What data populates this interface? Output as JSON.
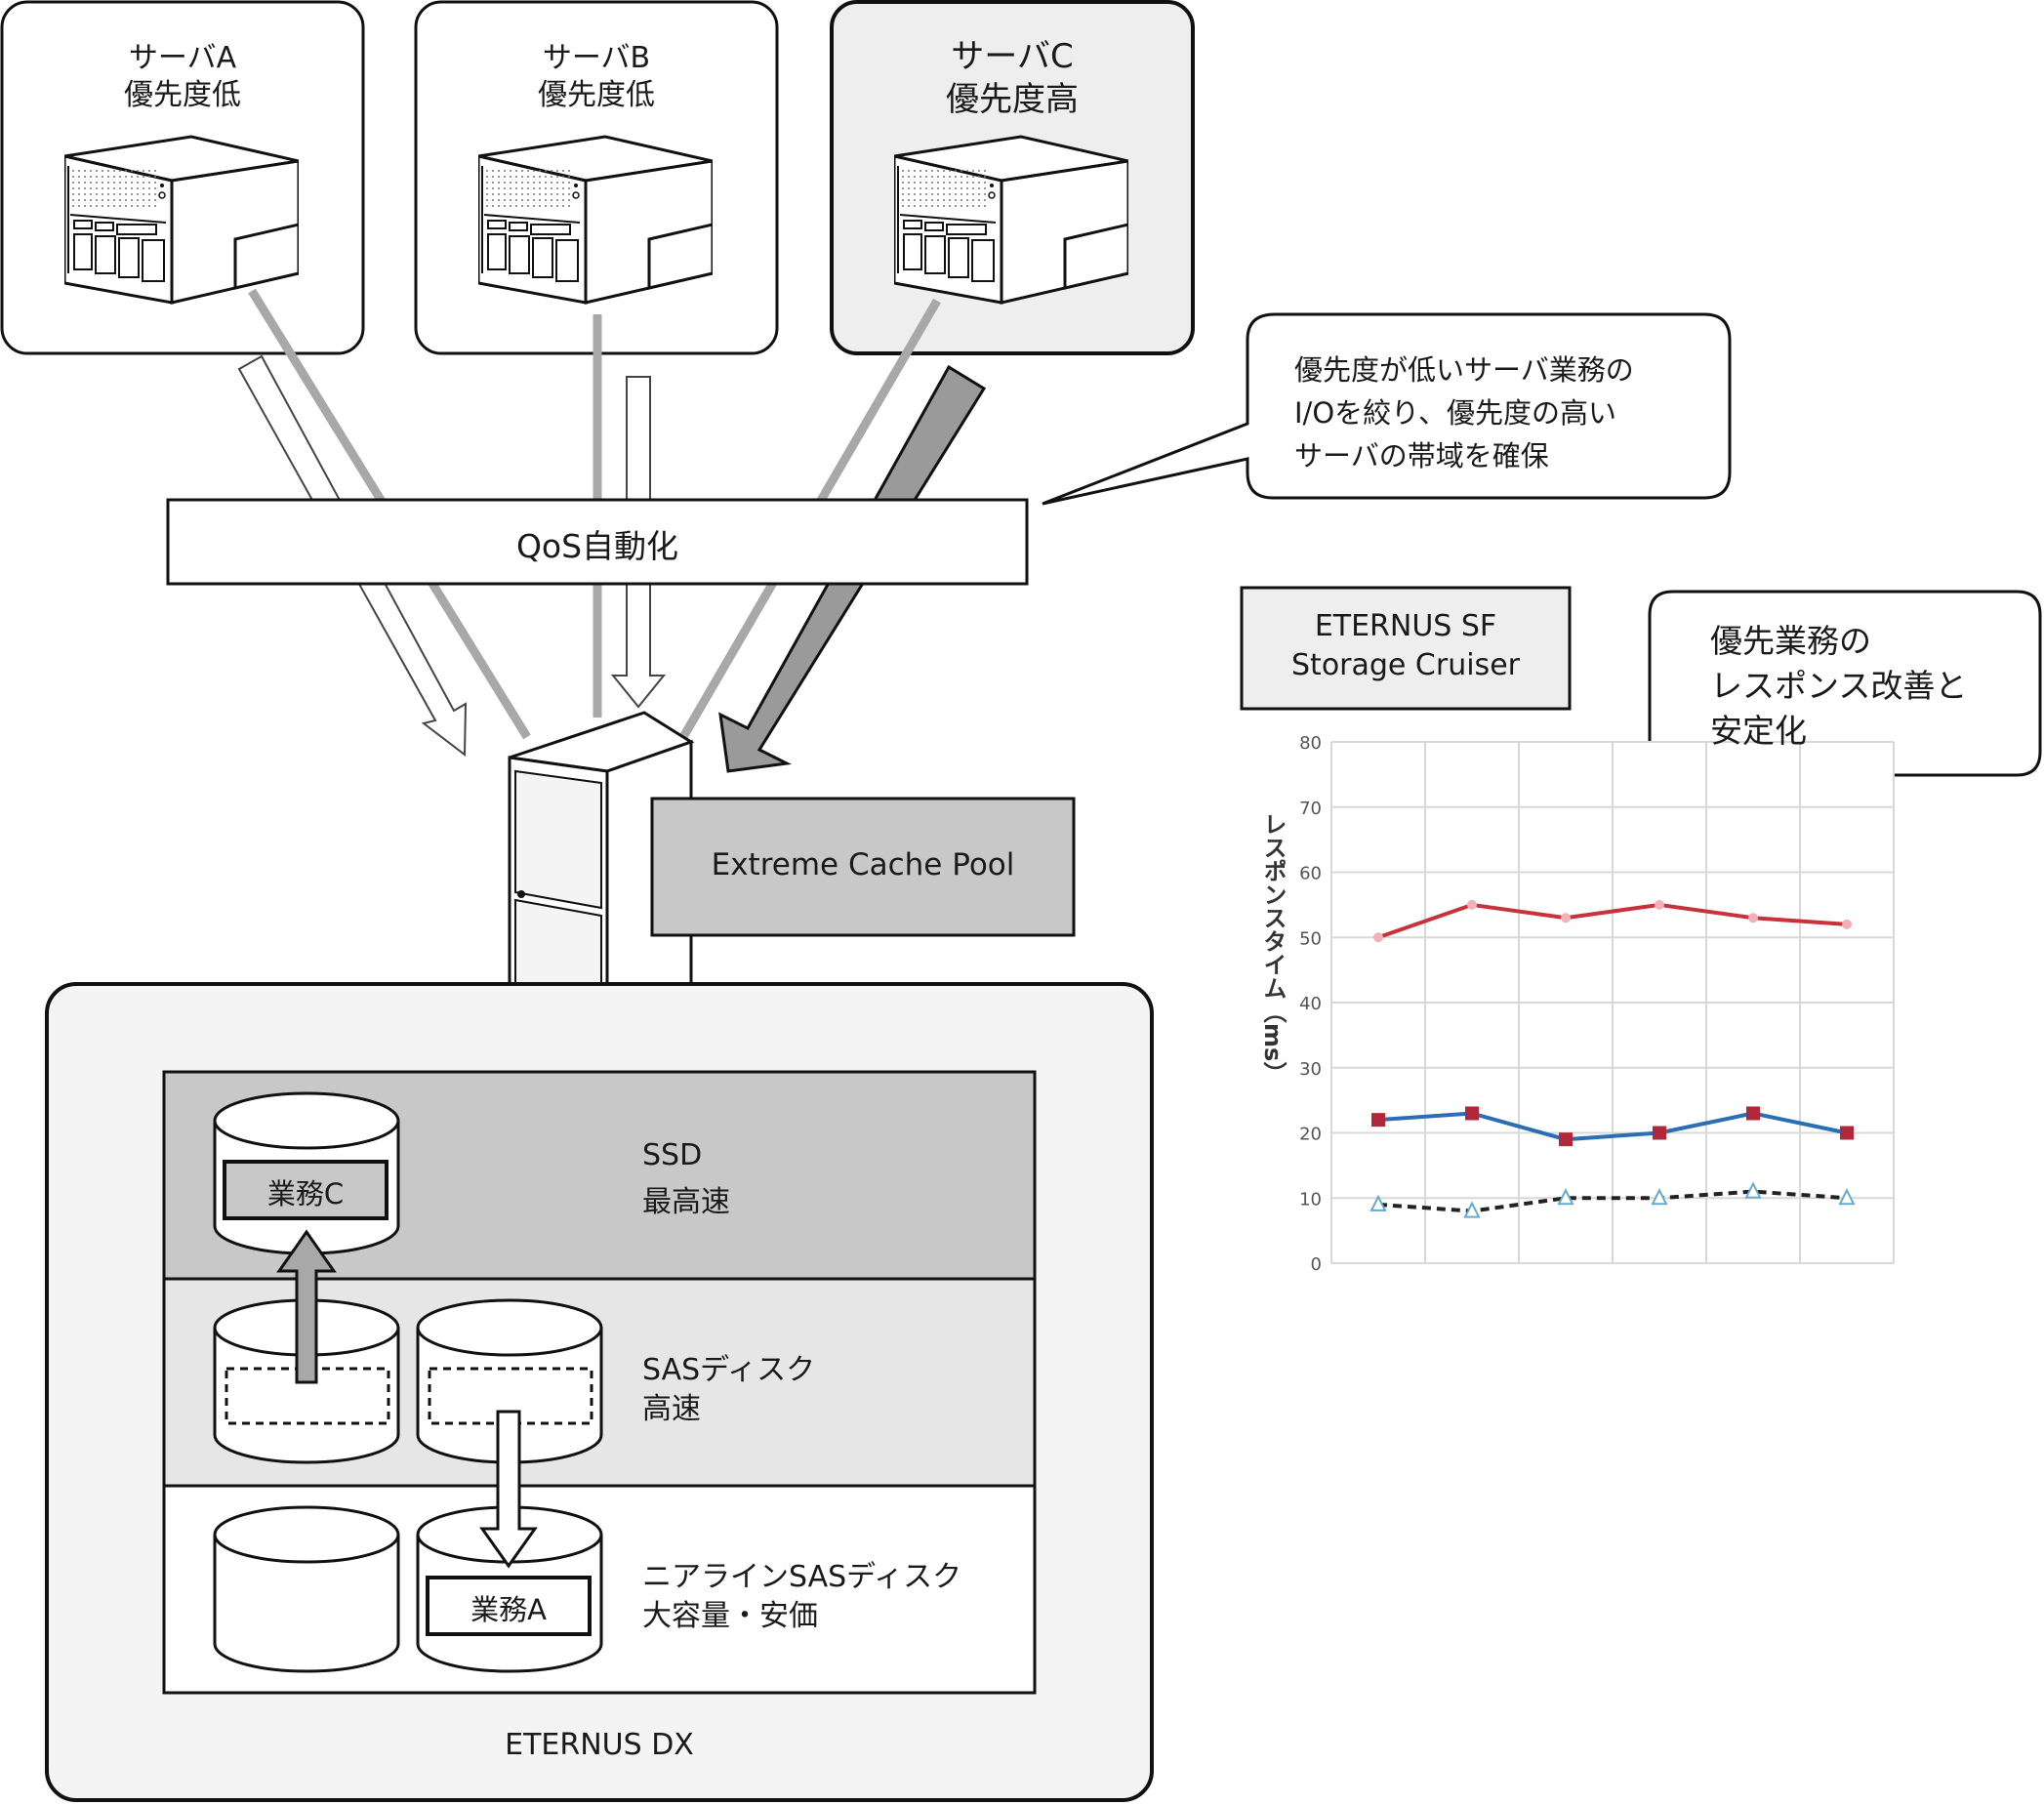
{
  "servers": [
    {
      "name": "サーバA",
      "priority": "優先度低"
    },
    {
      "name": "サーバB",
      "priority": "優先度低"
    },
    {
      "name": "サーバC",
      "priority": "優先度高"
    }
  ],
  "callout_qos": [
    "優先度が低いサーバ業務の",
    "I/Oを絞り、優先度の高い",
    "サーバの帯域を確保"
  ],
  "qos_label": "QoS自動化",
  "cache_pool_label": "Extreme Cache Pool",
  "eternus_sf": [
    "ETERNUS SF",
    "Storage Cruiser"
  ],
  "callout_result": [
    "優先業務の",
    "レスポンス改善と",
    "安定化"
  ],
  "storage_label": "ETERNUS DX",
  "tiers": [
    {
      "name": "SSD",
      "desc": "最高速"
    },
    {
      "name": "SASディスク",
      "desc": "高速"
    },
    {
      "name": "ニアラインSASディスク",
      "desc": "大容量・安価"
    }
  ],
  "jobs": {
    "c": "業務C",
    "a": "業務A"
  },
  "colors": {
    "tier_ssd": "#c8c8c8",
    "tier_sas": "#e6e6e6",
    "tier_nl": "#ffffff",
    "line_red": "#c8323c",
    "line_blue": "#2a6fb5",
    "line_dash": "#222222"
  },
  "chart_data": {
    "type": "line",
    "ylabel": "レスポンスタイム（ms）",
    "ylim": [
      0,
      80
    ],
    "yticks": [
      "0",
      "10",
      "20",
      "30",
      "40",
      "50",
      "60",
      "70",
      "80"
    ],
    "x": [
      1,
      2,
      3,
      4,
      5,
      6
    ],
    "grid": true,
    "series": [
      {
        "values": [
          50,
          55,
          53,
          55,
          53,
          52
        ],
        "color": "#c8323c",
        "style": "solid",
        "marker": "circle"
      },
      {
        "values": [
          22,
          23,
          19,
          20,
          23,
          20
        ],
        "color": "#2a6fb5",
        "style": "solid",
        "marker": "square"
      },
      {
        "values": [
          9,
          8,
          10,
          10,
          11,
          10
        ],
        "color": "#222222",
        "style": "dashed",
        "marker": "triangle"
      }
    ]
  }
}
